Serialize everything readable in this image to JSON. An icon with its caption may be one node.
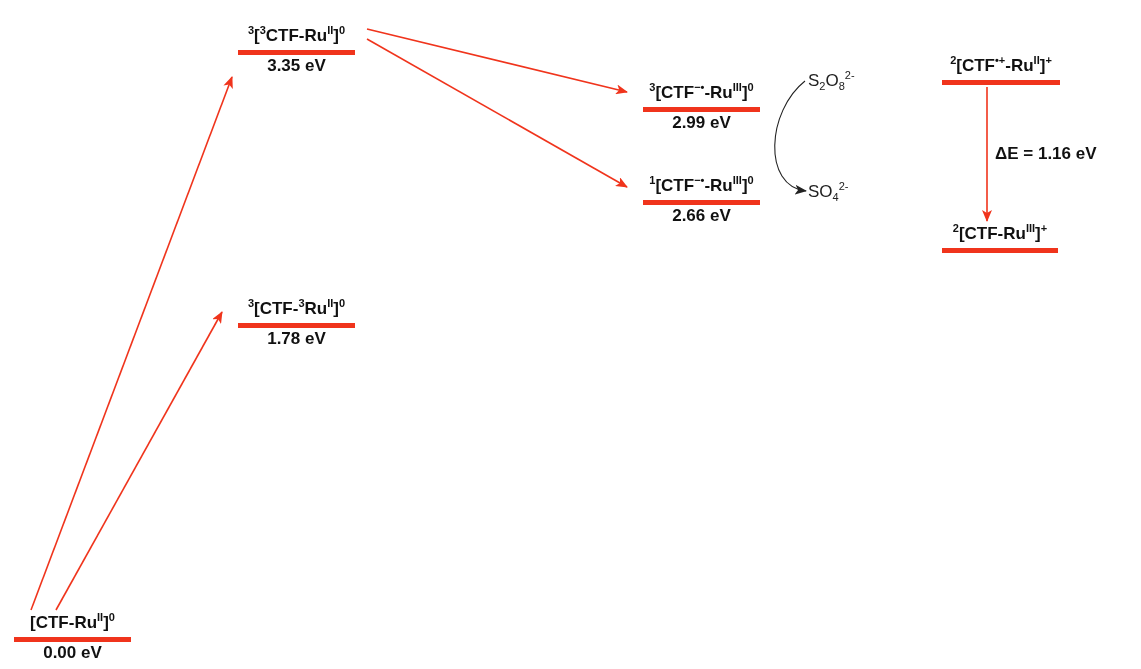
{
  "diagram": {
    "nodes": [
      {
        "text": [
          "[CTF-Ru$^{II}$]$^{0}$",
          "0.00 eV"
        ]
      },
      {
        "text": [
          "$^{3}$[$^{3}$CTF-Ru$^{II}$]$^{0}$",
          "3.35 eV"
        ]
      },
      {
        "text": [
          "$^{3}$[CTF-$^{3}$Ru$^{II}$]$^{0}$",
          "1.78 eV"
        ]
      },
      {
        "text": [
          "$^{3}$[CTF$^{−•}$-Ru$^{III}$]$^{0}$",
          "2.99 eV"
        ]
      },
      {
        "text": [
          "$^{1}$[CTF$^{−•}$-Ru$^{III}$]$^{0}$",
          "2.66 eV"
        ]
      },
      {
        "text": [
          "S$_{2}$O$_{8}$$^{2-}$"
        ]
      },
      {
        "text": [
          "SO$_{4}$$^{2-}$"
        ]
      },
      {
        "text": [
          "$^{2}$[CTF$^{•+}$-Ru$^{II}$]$^{+}$"
        ]
      },
      {
        "text": [
          "$^{2}$[CTF-Ru$^{III}$]$^{+}$"
        ]
      }
    ],
    "edges": [
      {
        "from": 0,
        "to": 1,
        "arrow": "to"
      },
      {
        "from": 0,
        "to": 2,
        "arrow": "to"
      },
      {
        "from": 1,
        "to": 3,
        "arrow": "to"
      },
      {
        "from": 1,
        "to": 4,
        "arrow": "to"
      },
      {
        "from": 5,
        "to": 6,
        "arrow": "to",
        "color": "#222222"
      },
      {
        "from": 7,
        "to": 8,
        "arrow": "to",
        "label": "ΔE = 1.16 eV"
      }
    ]
  }
}
